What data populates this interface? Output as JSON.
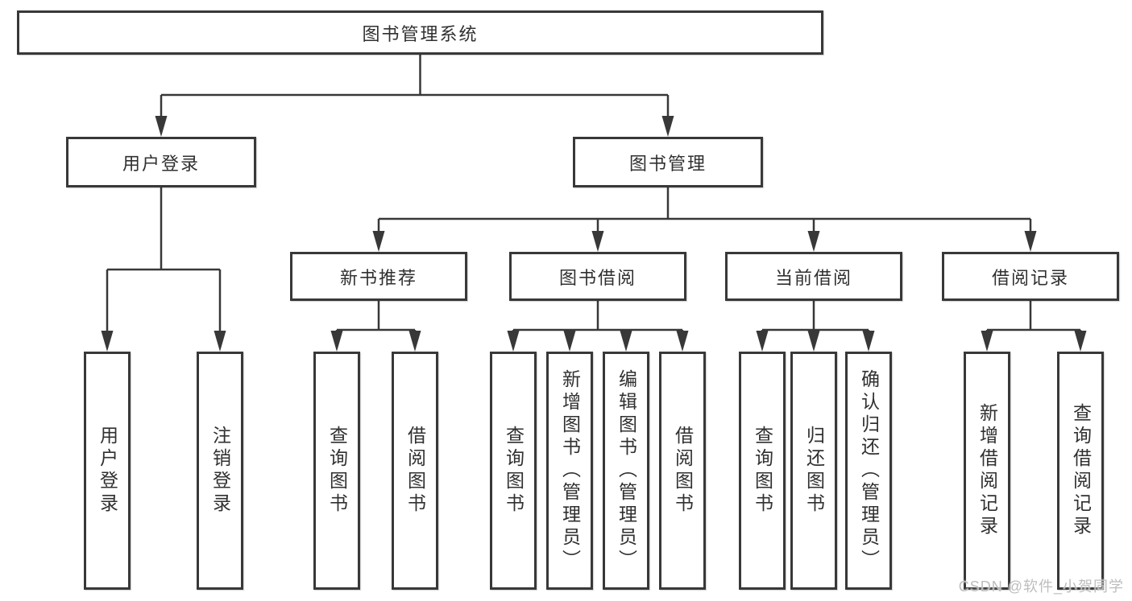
{
  "diagram": {
    "tree": {
      "label": "图书管理系统",
      "children": [
        {
          "label": "用户登录",
          "children": [
            {
              "label": "用户登录"
            },
            {
              "label": "注销登录"
            }
          ]
        },
        {
          "label": "图书管理",
          "children": [
            {
              "label": "新书推荐",
              "children": [
                {
                  "label": "查询图书"
                },
                {
                  "label": "借阅图书"
                }
              ]
            },
            {
              "label": "图书借阅",
              "children": [
                {
                  "label": "查询图书"
                },
                {
                  "label": "新增图书（管理员）"
                },
                {
                  "label": "编辑图书（管理员）"
                },
                {
                  "label": "借阅图书"
                }
              ]
            },
            {
              "label": "当前借阅",
              "children": [
                {
                  "label": "查询图书"
                },
                {
                  "label": "归还图书"
                },
                {
                  "label": "确认归还（管理员）"
                }
              ]
            },
            {
              "label": "借阅记录",
              "children": [
                {
                  "label": "新增借阅记录"
                },
                {
                  "label": "查询借阅记录"
                }
              ]
            }
          ]
        }
      ]
    },
    "watermark": "CSDN @软件_小贺同学",
    "colors": {
      "line": "#383838",
      "box_border": "#383838",
      "text": "#303030",
      "watermark_text": "#bdbdbd",
      "background": "#ffffff"
    }
  }
}
